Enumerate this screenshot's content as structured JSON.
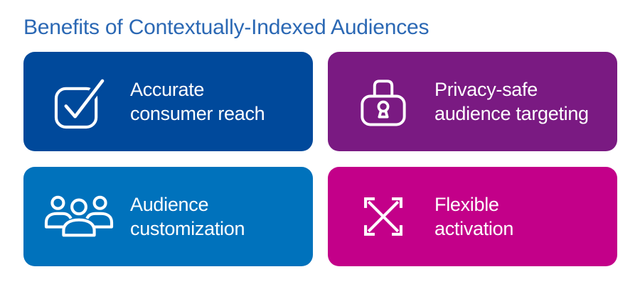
{
  "title": {
    "text": "Benefits of Contextually-Indexed Audiences",
    "color": "#2b68b4"
  },
  "text_color": "#ffffff",
  "background": "#ffffff",
  "cards": [
    {
      "name": "accurate-consumer-reach",
      "icon": "checkbox-check-icon",
      "color": "#00499b",
      "line1": "Accurate",
      "line2": "consumer reach"
    },
    {
      "name": "privacy-safe-audience-targeting",
      "icon": "lock-icon",
      "color": "#7a1a82",
      "line1": "Privacy-safe",
      "line2": "audience targeting"
    },
    {
      "name": "audience-customization",
      "icon": "people-icon",
      "color": "#0072bc",
      "line1": "Audience",
      "line2": "customization"
    },
    {
      "name": "flexible-activation",
      "icon": "expand-arrows-icon",
      "color": "#c30089",
      "line1": "Flexible",
      "line2": "activation"
    }
  ]
}
